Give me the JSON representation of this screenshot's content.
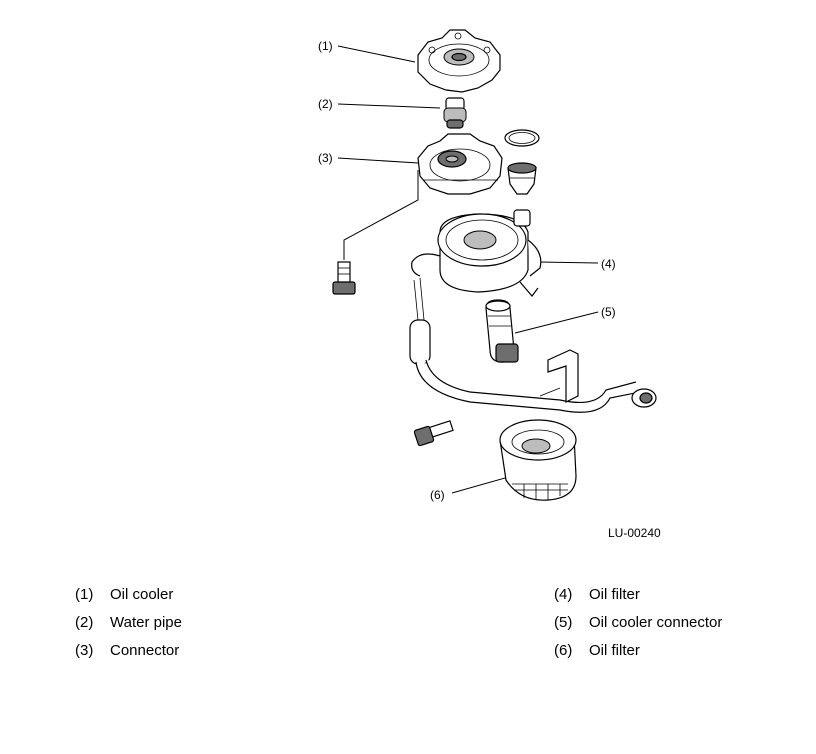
{
  "figure_id": "LU-00240",
  "callouts": [
    "(1)",
    "(2)",
    "(3)",
    "(4)",
    "(5)",
    "(6)"
  ],
  "legend": [
    {
      "num": "(1)",
      "text": "Oil cooler"
    },
    {
      "num": "(2)",
      "text": "Water pipe"
    },
    {
      "num": "(3)",
      "text": "Connector"
    },
    {
      "num": "(4)",
      "text": "Oil filter"
    },
    {
      "num": "(5)",
      "text": "Oil cooler connector"
    },
    {
      "num": "(6)",
      "text": "Oil filter"
    }
  ]
}
